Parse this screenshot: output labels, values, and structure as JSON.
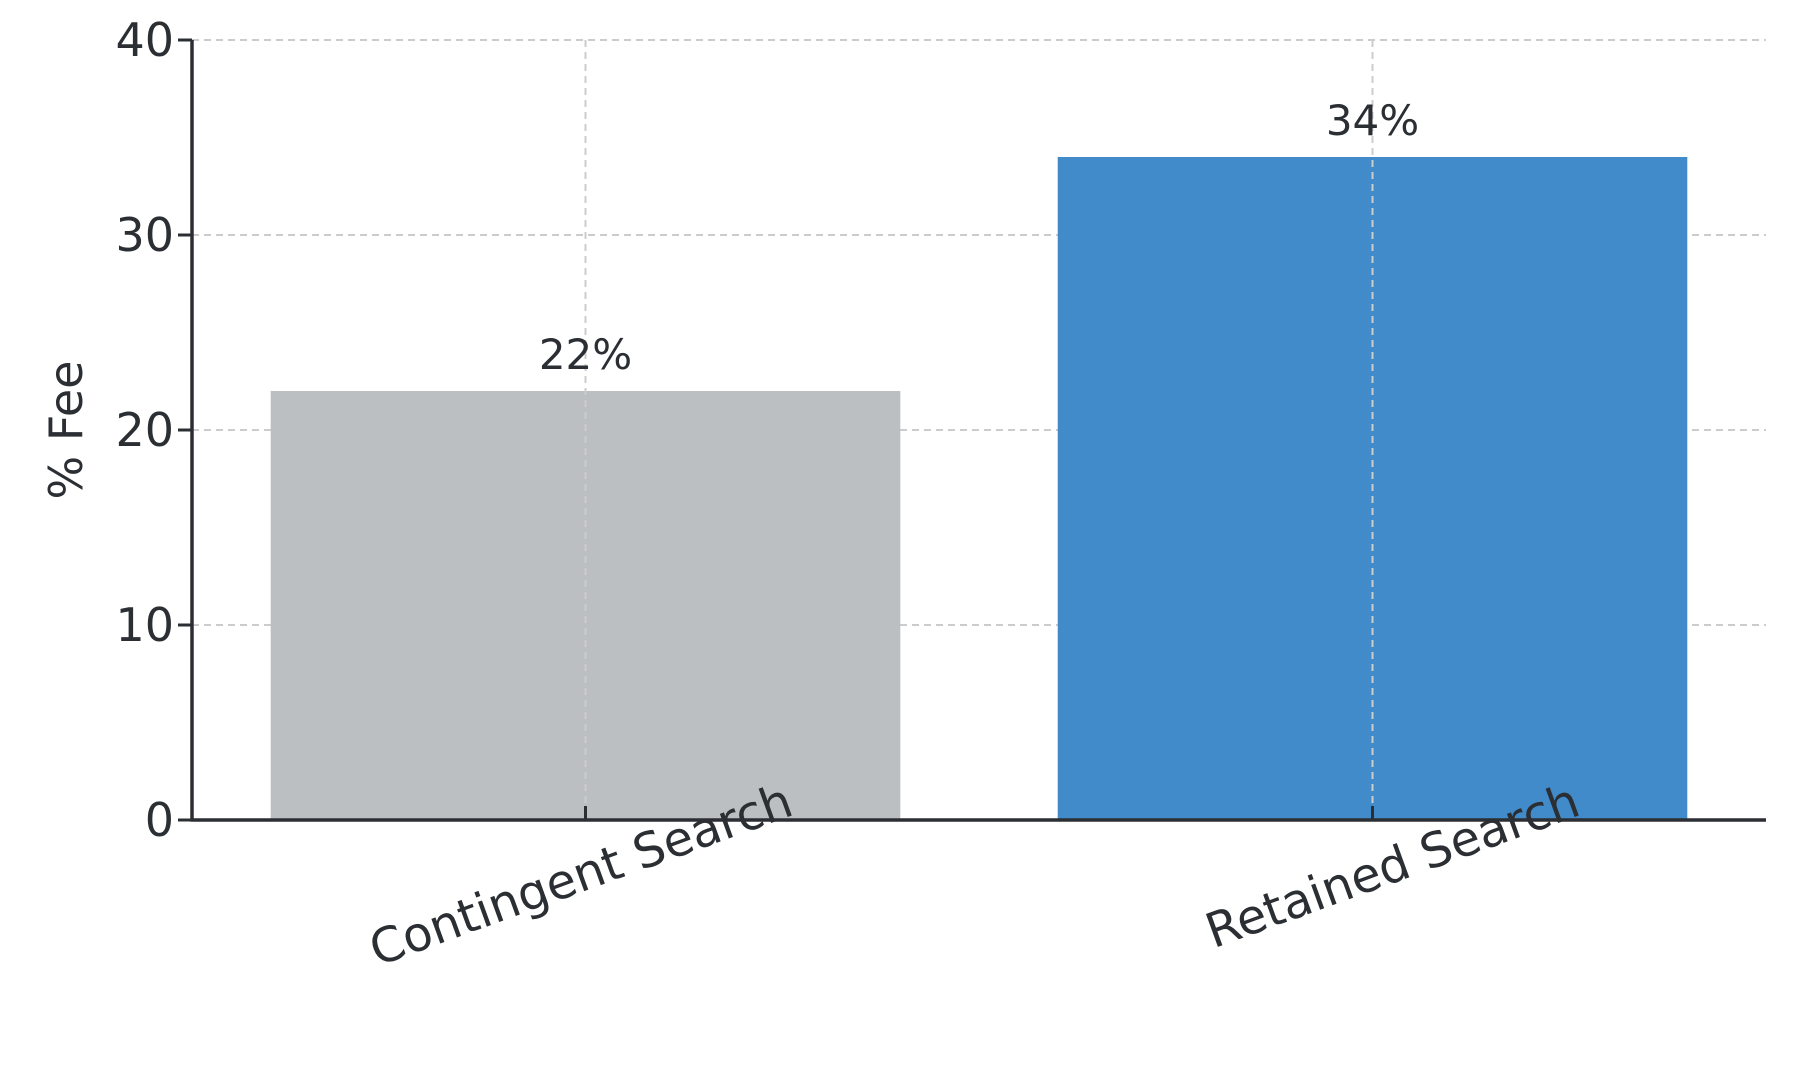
{
  "chart_data": {
    "type": "bar",
    "title": "",
    "xlabel": "",
    "ylabel": "% Fee",
    "categories": [
      "Contingent Search",
      "Retained Search"
    ],
    "values": [
      22,
      34
    ],
    "value_labels": [
      "22%",
      "34%"
    ],
    "bar_colors": [
      "#bcbfc1",
      "#418bca"
    ],
    "ylim": [
      0,
      40
    ],
    "yticks": [
      0,
      10,
      20,
      30,
      40
    ],
    "grid": true,
    "legend": "none"
  }
}
